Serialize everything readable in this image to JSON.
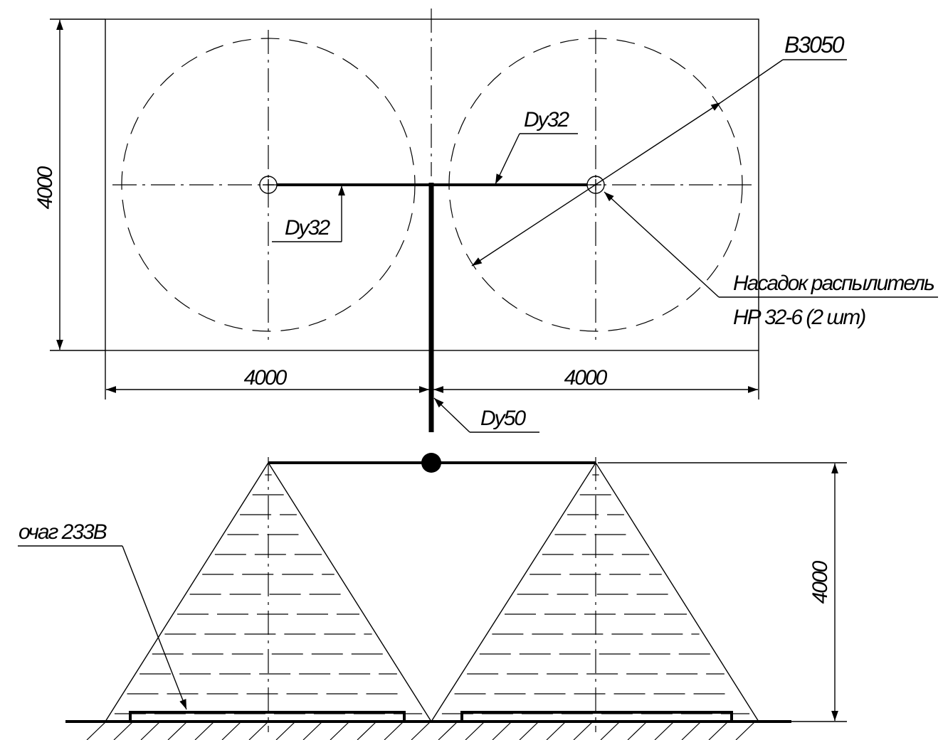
{
  "plan": {
    "width_label": "4000",
    "left_span_label": "4000",
    "right_span_label": "4000",
    "branch_left_label": "Dy32",
    "branch_right_label": "Dy32",
    "main_pipe_label": "Dy50",
    "coverage_label": "В3050",
    "nozzle_label_line1": "Насадок распылитель",
    "nozzle_label_line2": "НР 32-6  (2 шт)"
  },
  "elevation": {
    "height_label": "4000",
    "fire_label": "очаг 233В"
  }
}
